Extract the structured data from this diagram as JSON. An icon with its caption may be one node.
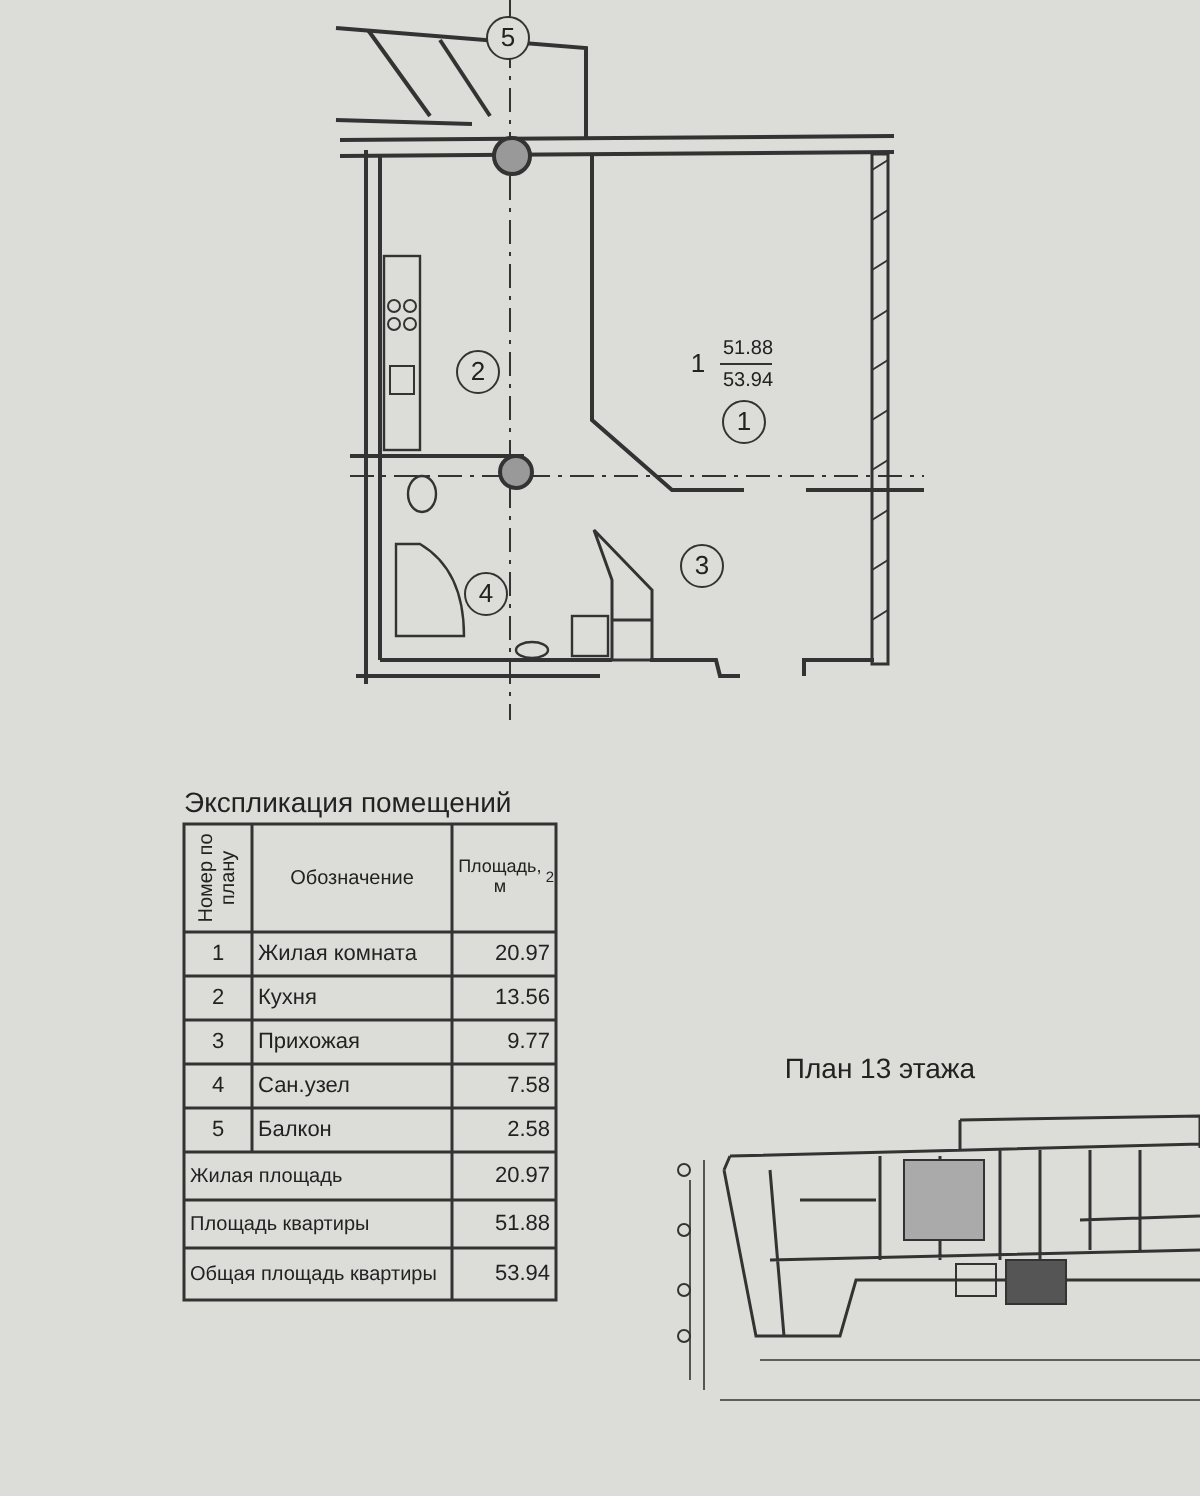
{
  "diagram": {
    "labels": [
      "5",
      "1",
      "51.88",
      "53.94",
      "2",
      "1",
      "3",
      "4",
      "Экспликация помещений",
      "Номер по плану",
      "Обозначение",
      "Площадь, м$^{2}$",
      "1",
      "Жилая комната",
      "20.97",
      "2",
      "Кухня",
      "13.56",
      "3",
      "Прихожая",
      "9.77",
      "4",
      "Сан.узел",
      "7.58",
      "5",
      "Балкон",
      "2.58",
      "Жилая площадь",
      "20.97",
      "Площадь квартиры",
      "51.88",
      "Общая площадь квартиры",
      "53.94",
      "План 13 этажа"
    ]
  }
}
